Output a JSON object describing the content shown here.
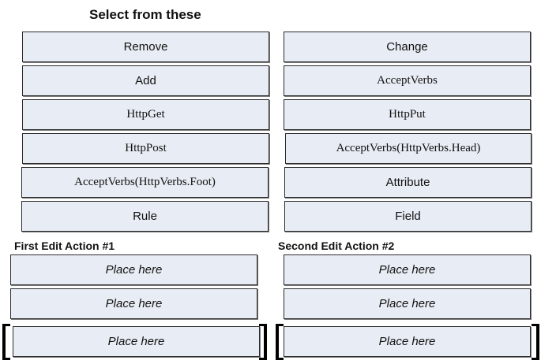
{
  "header": {
    "title": "Select from these"
  },
  "options": {
    "left": [
      "Remove",
      "Add",
      "HttpGet",
      "HttpPost",
      "AcceptVerbs(HttpVerbs.Foot)",
      "Rule"
    ],
    "right": [
      "Change",
      "AcceptVerbs",
      "HttpPut",
      "AcceptVerbs(HttpVerbs.Head)",
      "Attribute",
      "Field"
    ]
  },
  "targets": {
    "first": {
      "label": "First Edit Action #1",
      "slots": [
        "Place here",
        "Place here",
        "Place here"
      ]
    },
    "second": {
      "label": "Second Edit Action #2",
      "slots": [
        "Place here",
        "Place here",
        "Place here"
      ]
    }
  }
}
